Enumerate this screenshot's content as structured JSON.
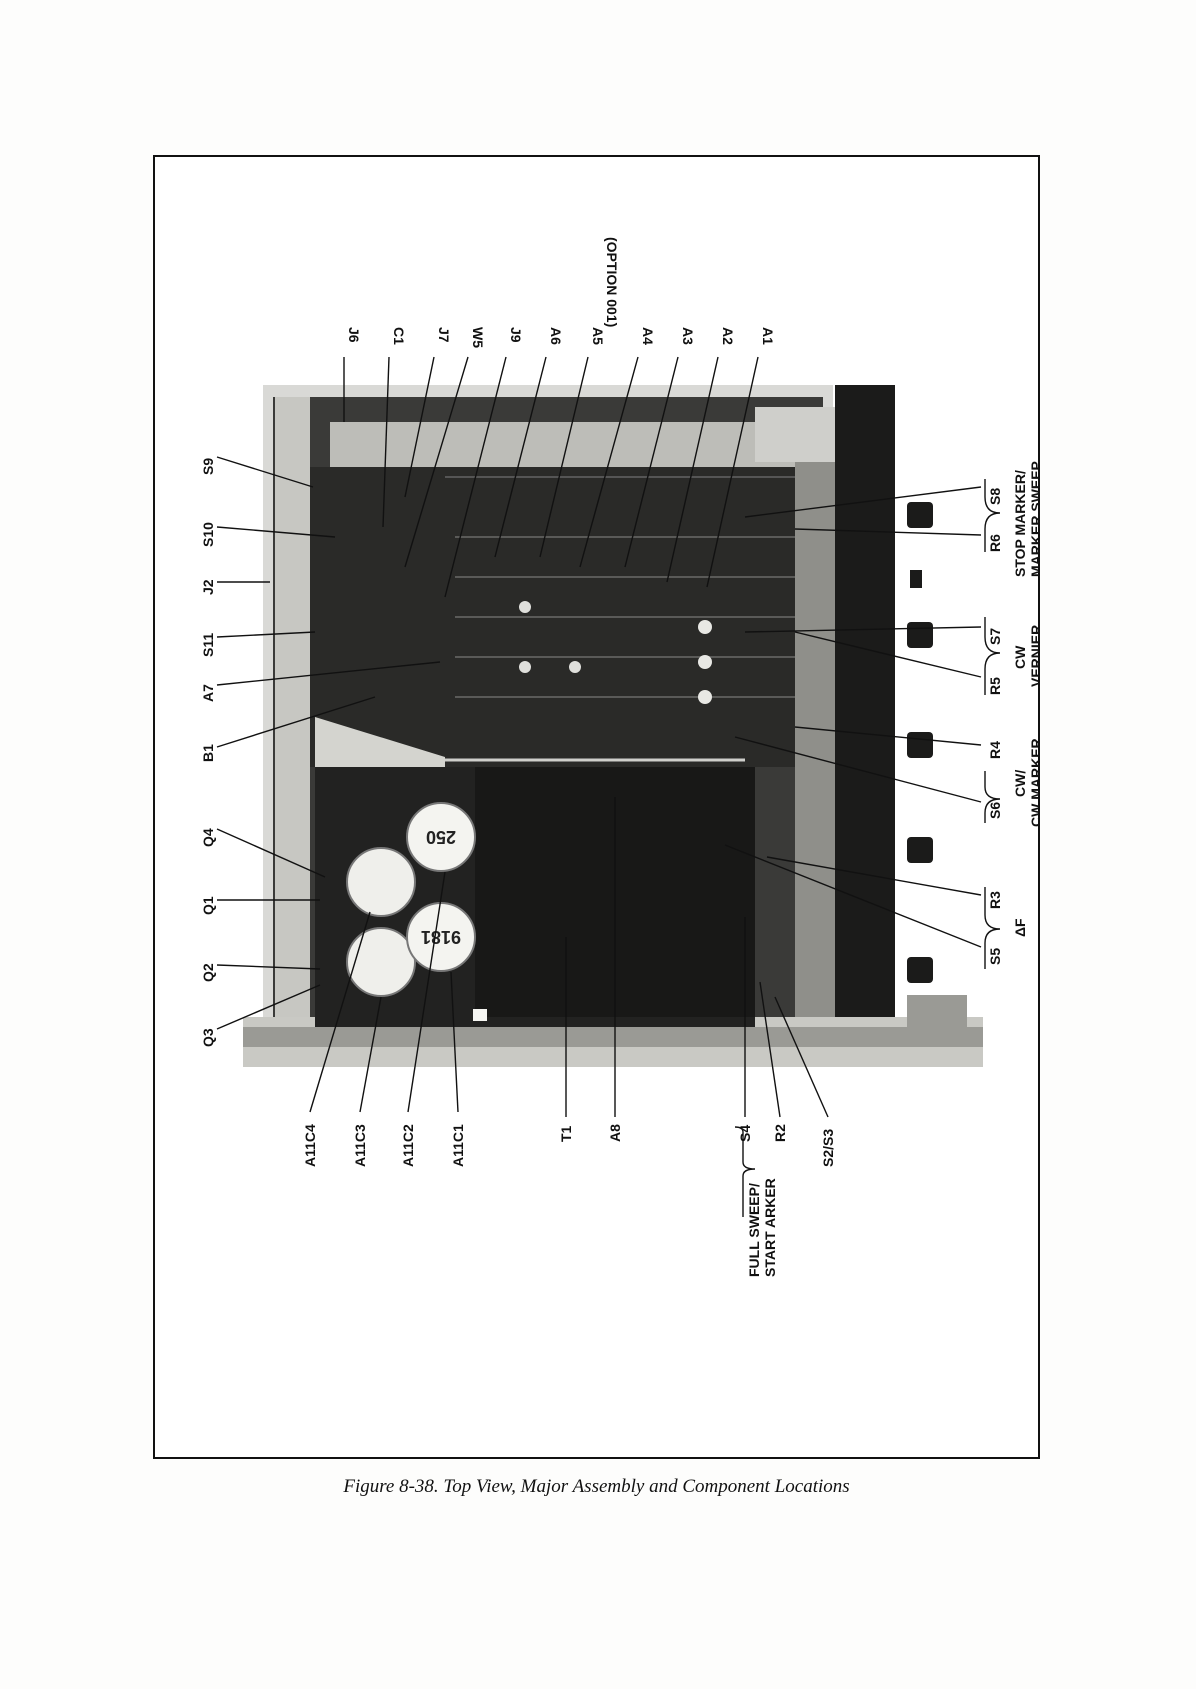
{
  "figure": {
    "caption": "Figure 8-38.  Top View, Major Assembly and Component Locations"
  },
  "labels": {
    "J6": "J6",
    "C1": "C1",
    "J7": "J7",
    "W5": "W5",
    "J9": "J9",
    "A6": "A6",
    "A5": "A5",
    "A5_sub": "(OPTION 001)",
    "A4": "A4",
    "A3": "A3",
    "A2": "A2",
    "A1": "A1",
    "S9": "S9",
    "S10": "S10",
    "J2": "J2",
    "S11": "S11",
    "A7": "A7",
    "B1": "B1",
    "Q4": "Q4",
    "Q1": "Q1",
    "Q2": "Q2",
    "Q3": "Q3",
    "A11C4": "A11C4",
    "A11C3": "A11C3",
    "A11C2": "A11C2",
    "A11C1": "A11C1",
    "T1": "T1",
    "A8": "A8",
    "S4": "S4",
    "R2": "R2",
    "S2S3": "S2/S3",
    "full_sweep_1": "FULL SWEEP/",
    "full_sweep_2": "START ARKER",
    "S8": "S8",
    "R6": "R6",
    "stop_marker_1": "STOP MARKER/",
    "stop_marker_2": "MARKER SWEEP",
    "S7": "S7",
    "R5": "R5",
    "cw_1": "CW",
    "cw_2": "VERNIER",
    "R4": "R4",
    "S6": "S6",
    "cwm_1": "CW/",
    "cwm_2": "CW MARKER",
    "R3": "R3",
    "S5": "S5",
    "delta_f": "ΔF"
  },
  "capacitor_markings": {
    "upper": "250",
    "lower": "9181"
  }
}
